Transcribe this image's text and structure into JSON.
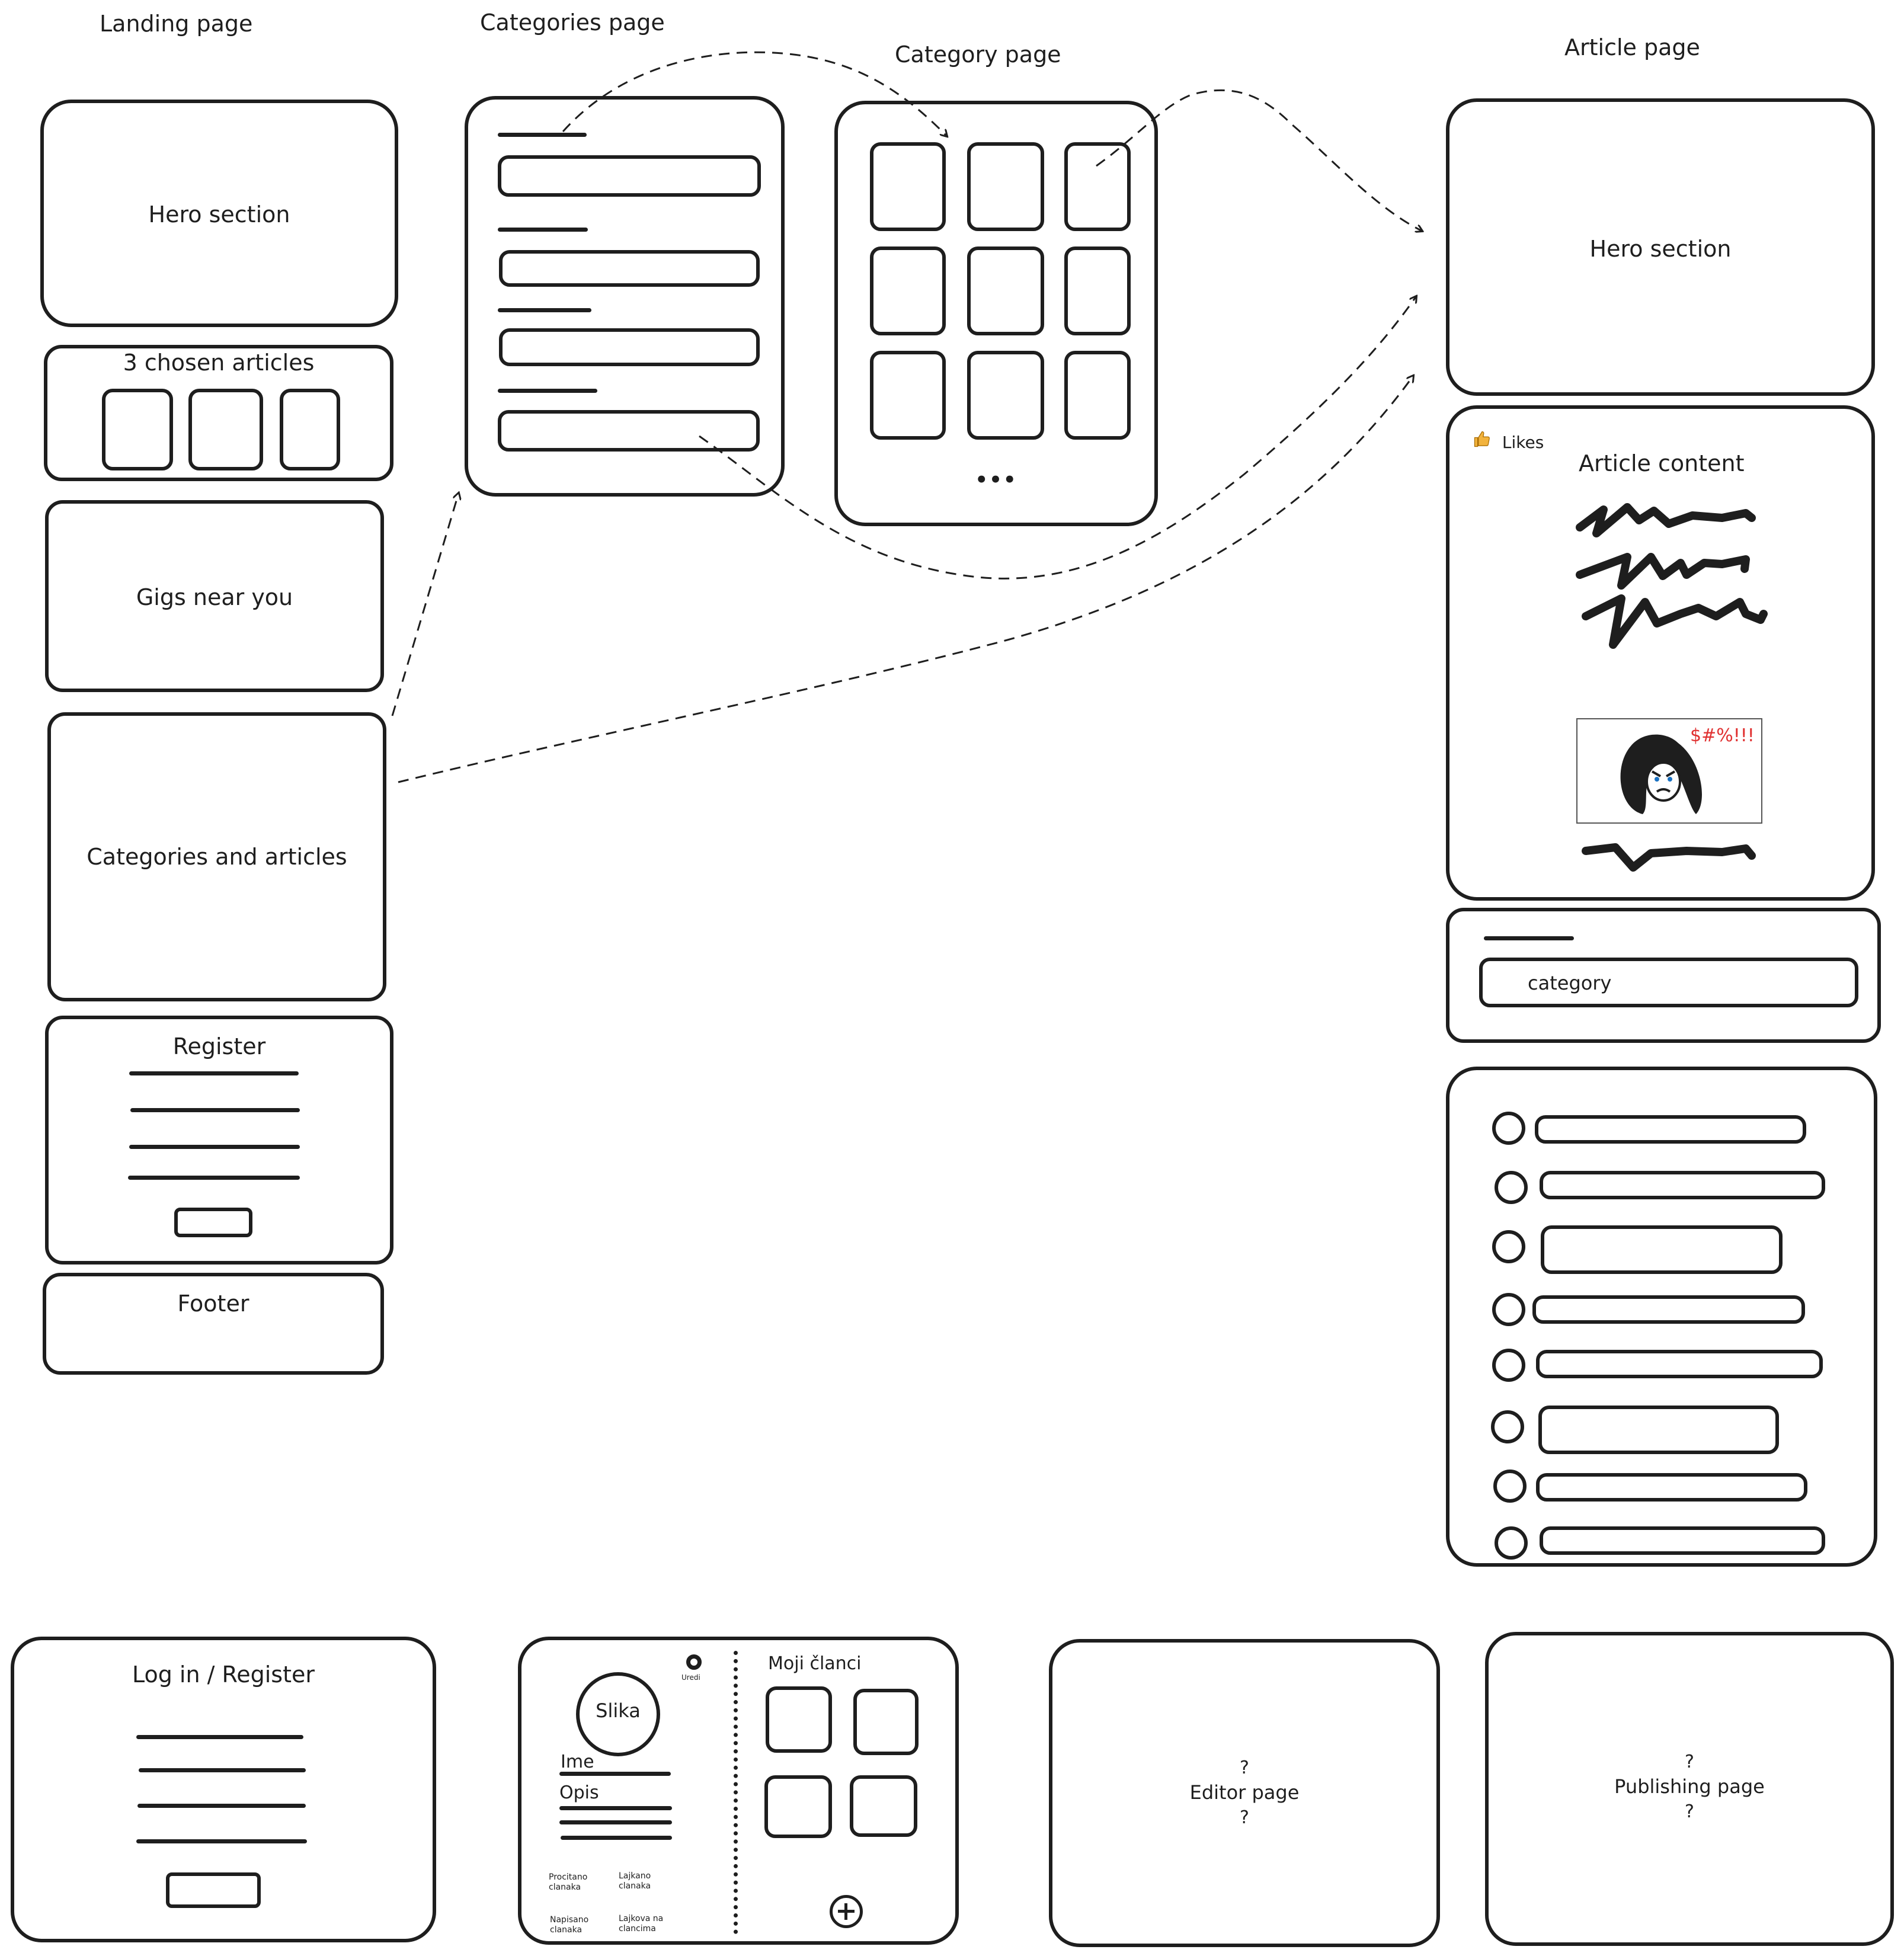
{
  "titles": {
    "landing": "Landing page",
    "categories": "Categories page",
    "category": "Category page",
    "article": "Article page"
  },
  "landing": {
    "hero": "Hero section",
    "chosen": "3 chosen articles",
    "gigs": "Gigs near you",
    "cats": "Categories and articles",
    "register": "Register",
    "footer": "Footer"
  },
  "category_page": {
    "more": "•••"
  },
  "article": {
    "hero": "Hero section",
    "likes_icon": "thumbs-up",
    "likes": "Likes",
    "content": "Article content",
    "image_caption": "$#%!!!",
    "category": "category"
  },
  "login": {
    "title": "Log in / Register"
  },
  "profile": {
    "photo": "Slika",
    "edit": "Uredi",
    "name": "Ime",
    "description": "Opis",
    "my_articles": "Moji članci",
    "stats": [
      "Procitano\nclanaka",
      "Lajkano\nclanaka",
      "Napisano\nclanaka",
      "Lajkova na\nclancima"
    ]
  },
  "editor": {
    "q1": "?",
    "label": "Editor page",
    "q2": "?"
  },
  "publishing": {
    "q1": "?",
    "label": "Publishing page",
    "q2": "?"
  },
  "colors": {
    "stroke": "#1e1e1e",
    "accent_red": "#e03131",
    "accent_blue": "#1971c2"
  }
}
